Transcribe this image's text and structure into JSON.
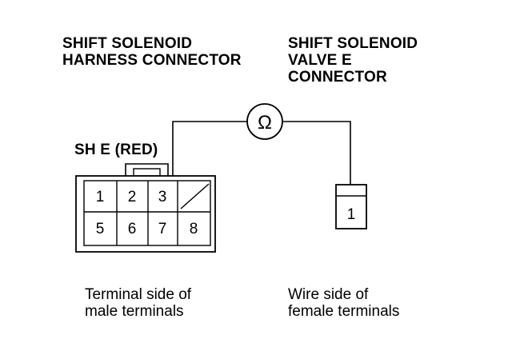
{
  "left_heading": {
    "line1": "SHIFT SOLENOID",
    "line2": "HARNESS CONNECTOR"
  },
  "right_heading": {
    "line1": "SHIFT SOLENOID",
    "line2": "VALVE E",
    "line3": "CONNECTOR"
  },
  "harness_connector": {
    "label": "SH E (RED)",
    "pins": [
      "1",
      "2",
      "3",
      "5",
      "6",
      "7",
      "8"
    ]
  },
  "valve_connector": {
    "pins": [
      "1"
    ]
  },
  "meter": {
    "symbol": "Ω",
    "icon": "ohmmeter-icon"
  },
  "left_caption": {
    "line1": "Terminal side of",
    "line2": "male terminals"
  },
  "right_caption": {
    "line1": "Wire side of",
    "line2": "female terminals"
  }
}
